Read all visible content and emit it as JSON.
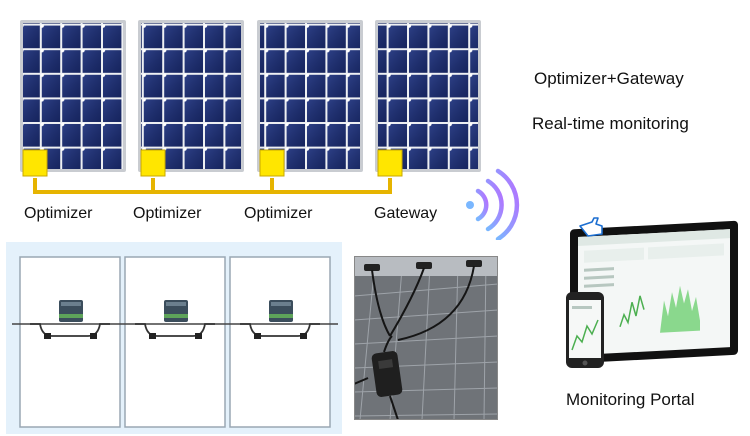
{
  "panel_labels": [
    "Optimizer",
    "Optimizer",
    "Optimizer",
    "Gateway"
  ],
  "headline": "Optimizer+Gateway",
  "subheadline": "Real-time monitoring",
  "portal_label": "Monitoring Portal",
  "colors": {
    "panel_cell": "#1b2b6b",
    "panel_frame": "#c9ccd1",
    "optimizer_box": "#ffe600",
    "wire": "#e6b400",
    "wifi_gradient": [
      "#7ab7ff",
      "#b86cff"
    ],
    "diagram_bg": "#e4f1fb"
  },
  "icons": [
    "wifi-signal-icon",
    "pointing-hand-icon"
  ]
}
